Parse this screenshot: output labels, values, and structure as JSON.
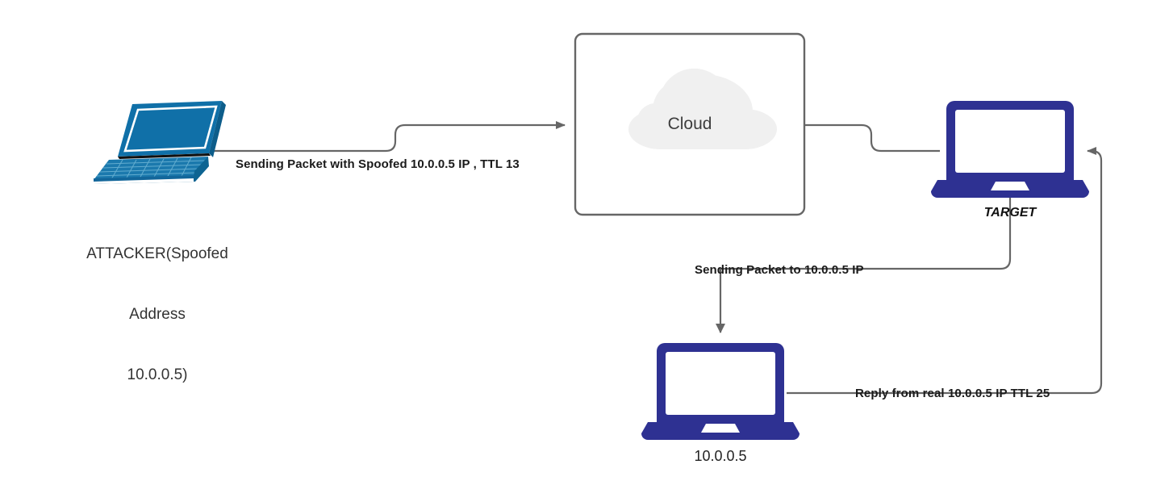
{
  "diagram": {
    "title": "IP Spoofing Packet Flow Diagram",
    "background": "#ffffff",
    "wire_color": "#666666",
    "attacker_color": "#1070a8",
    "device_color": "#2e3192",
    "cloud_fill": "#f0f0f0",
    "box_border": "#666666"
  },
  "nodes": {
    "attacker": {
      "icon": "laptop-isometric-icon",
      "label_line1": "ATTACKER(Spoofed",
      "label_line2": "Address",
      "label_line3": "10.0.0.5)"
    },
    "cloud": {
      "icon": "cloud-icon",
      "label": "Cloud"
    },
    "target": {
      "icon": "laptop-icon",
      "label": "TARGET"
    },
    "victim": {
      "icon": "laptop-icon",
      "label": "10.0.0.5"
    }
  },
  "edges": {
    "attacker_to_cloud": {
      "label": "Sending Packet with Spoofed 10.0.0.5 IP , TTL 13"
    },
    "target_to_victim": {
      "label": "Sending Packet to 10.0.0.5 IP"
    },
    "victim_to_target": {
      "label": "Reply from real 10.0.0.5 IP TTL 25"
    },
    "cloud_to_target": {
      "label": ""
    }
  }
}
